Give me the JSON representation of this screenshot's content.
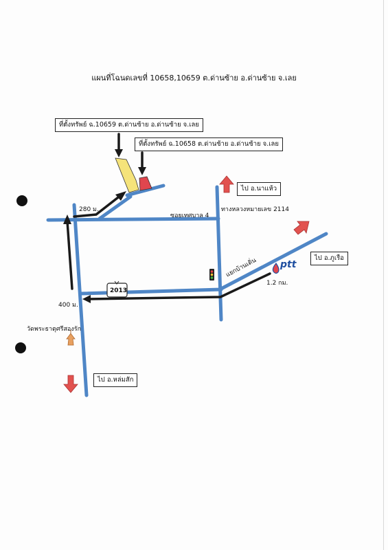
{
  "title": "แผนที่โฉนดเลขที่ 10658,10659 ต.ด่านซ้าย อ.ด่านซ้าย จ.เลย",
  "labels": {
    "parcel_10659": "ที่ตั้งทรัพย์ ฉ.10659 ต.ด่านซ้าย อ.ด่านซ้าย จ.เลย",
    "parcel_10658": "ที่ตั้งทรัพย์ ฉ.10658 ต.ด่านซ้าย อ.ด่านซ้าย จ.เลย",
    "to_na_haeo": "ไป อ.นาแห้ว",
    "highway_2114": "ทางหลวงหมายเลข 2114",
    "soi_tessaban_4": "ซอยเทศบาล 4",
    "dist_280": "280 ม.",
    "to_phu_ruea": "ไป อ.ภูเรือ",
    "junction": "แยกบ้านเดิ่น",
    "dist_1_2": "1.2 กม.",
    "route_2013": "2013",
    "dist_400": "400 ม.",
    "temple": "วัดพระธาตุศรีสองรัก",
    "to_lom_sak": "ไป อ.หล่มสัก",
    "ptt": "ptt"
  },
  "colors": {
    "road": "#4f86c6",
    "route_line": "#1a1a1a",
    "parcel_10659": "#f5e37a",
    "parcel_10658": "#e0464e",
    "direction_arrow": "#e2524f",
    "ptt_blue": "#1f4fa0"
  }
}
